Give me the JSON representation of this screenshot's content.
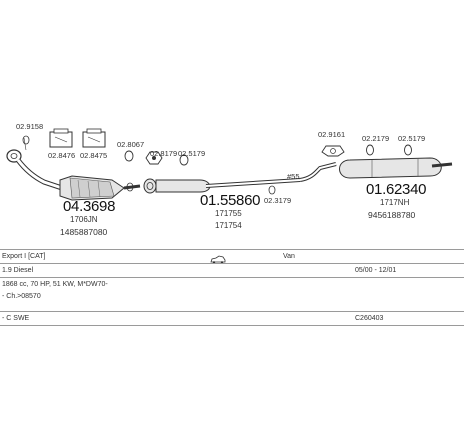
{
  "parts": {
    "p_029158": "02.9158",
    "p_028476": "02.8476",
    "p_028475": "02.8475",
    "p_028067": "02.8067",
    "p_025179_a": "02.5179",
    "p_028179": "02.8179",
    "p_029161": "02.9161",
    "p_022179": "02.2179",
    "p_025179_b": "02.5179",
    "p_023179": "02.3179",
    "p_sym55": "#55",
    "cat_ref": "04.3698",
    "cat_sub": "1706JN",
    "cat_num": "1485887080",
    "mid_ref": "01.55860",
    "mid_sub1": "171755",
    "mid_sub2": "171754",
    "rear_ref": "01.62340",
    "rear_sub": "1717NH",
    "rear_num": "9456188780"
  },
  "info": {
    "row1_col1": "Export I [CAT]",
    "row1_col3": "Van",
    "row2_col1": "1.9 Diesel",
    "row2_col2": "05/00 - 12/01",
    "row3_col1": "1868 cc, 70 HP, 51 KW, M*DW70-",
    "row4_col1": "- Ch.>08570",
    "row5_col1": "- C SWE",
    "row5_col2": "C260403"
  }
}
